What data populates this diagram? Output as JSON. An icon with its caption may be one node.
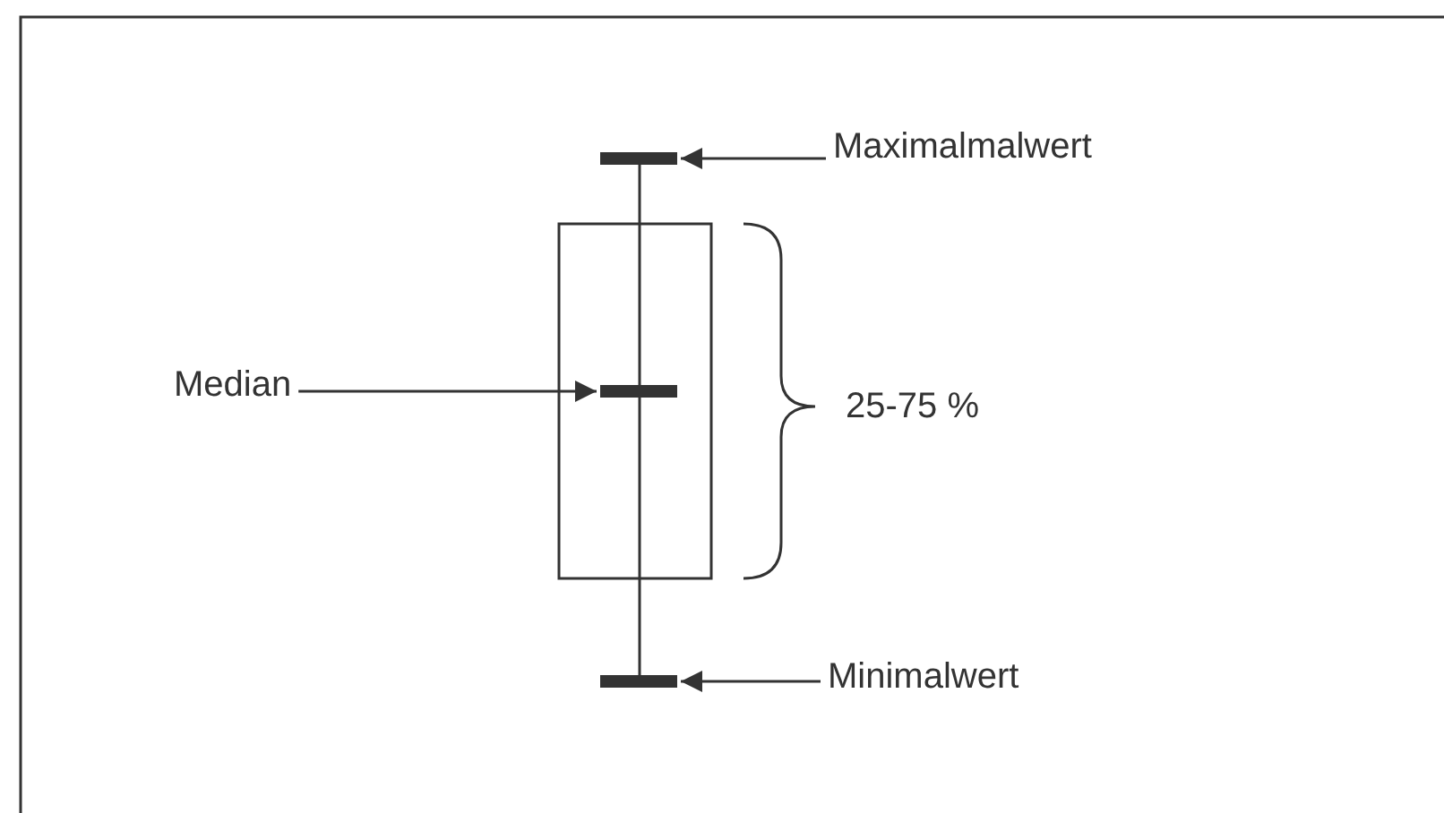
{
  "diagram": {
    "nodes": [
      {
        "text": [
          "Maximalmalwert"
        ]
      },
      {
        "text": [
          "Median"
        ]
      },
      {
        "text": [
          "Minimalwert"
        ]
      },
      {
        "text": [],
        "shape": "bar"
      },
      {
        "text": [],
        "shape": "bar"
      },
      {
        "text": [],
        "shape": "bar"
      }
    ],
    "edges": [
      {
        "from": 0,
        "to": 3,
        "arrow": "to"
      },
      {
        "from": 1,
        "to": 4,
        "arrow": "to"
      },
      {
        "from": 2,
        "to": 5,
        "arrow": "to"
      }
    ],
    "labels": [
      "25-75 %"
    ]
  }
}
